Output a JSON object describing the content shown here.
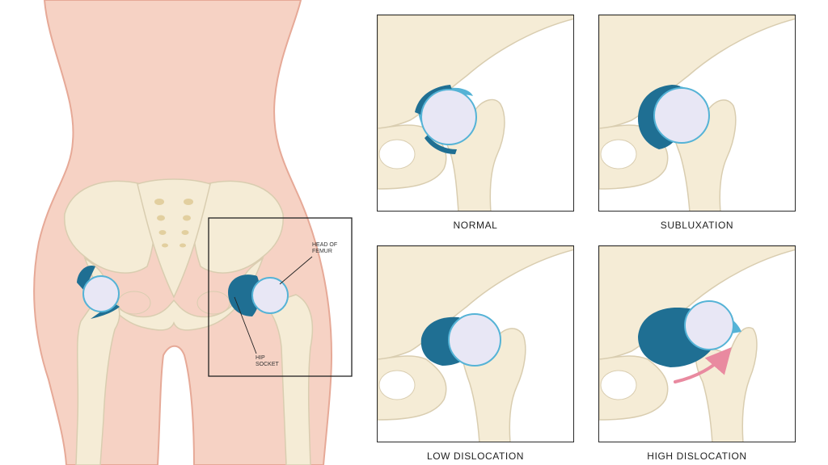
{
  "annotations": {
    "head_of_femur": [
      "HEAD OF",
      "FEMUR"
    ],
    "hip_socket": [
      "HIP",
      "SOCKET"
    ]
  },
  "panels": [
    {
      "caption": "NORMAL",
      "stage": "normal"
    },
    {
      "caption": "SUBLUXATION",
      "stage": "subluxation"
    },
    {
      "caption": "LOW DISLOCATION",
      "stage": "low-dislocation"
    },
    {
      "caption": "HIGH DISLOCATION",
      "stage": "high-dislocation"
    }
  ],
  "colors": {
    "skin": "#f6d2c4",
    "skin_outline": "#e6a997",
    "bone": "#f5ecd6",
    "bone_outline": "#d9cdb0",
    "cartilage": "#1f6f93",
    "cartilage_light": "#55b3d6",
    "femur_head": "#e8e7f5",
    "arrow": "#e98aa0"
  }
}
